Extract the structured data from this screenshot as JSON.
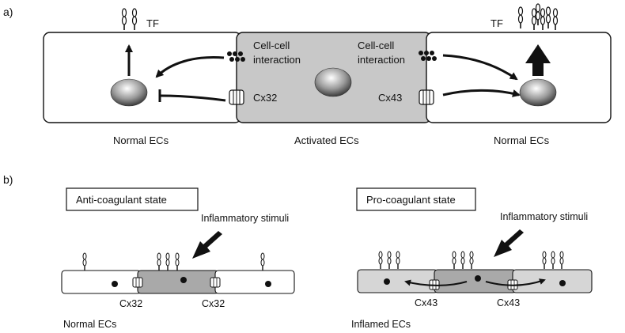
{
  "panel_a": {
    "label": "a)",
    "tf_left": "TF",
    "tf_right": "TF",
    "cell_interaction_left": [
      "Cell-cell",
      "interaction"
    ],
    "cell_interaction_right": [
      "Cell-cell",
      "interaction"
    ],
    "cx32": "Cx32",
    "cx43": "Cx43",
    "normal_left": "Normal ECs",
    "activated": "Activated ECs",
    "normal_right": "Normal ECs"
  },
  "panel_b": {
    "label": "b)",
    "anti_state": "Anti-coagulant state",
    "pro_state": "Pro-coagulant state",
    "stimuli_left": "Inflammatory stimuli",
    "stimuli_right": "Inflammatory stimuli",
    "cx32_a": "Cx32",
    "cx32_b": "Cx32",
    "cx43_a": "Cx43",
    "cx43_b": "Cx43",
    "normal_ecs": "Normal ECs",
    "inflamed_ecs": "Inflamed ECs"
  },
  "colors": {
    "activated_fill": "#c8c8c8",
    "dark_cell": "#a9a9a9",
    "inflamed_cell": "#d6d6d6",
    "stroke": "#111111"
  }
}
